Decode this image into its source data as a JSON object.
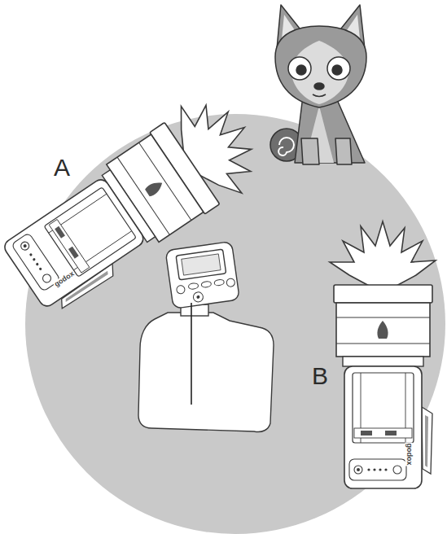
{
  "diagram": {
    "labels": [
      "A",
      "B",
      "godox",
      "godox"
    ]
  }
}
